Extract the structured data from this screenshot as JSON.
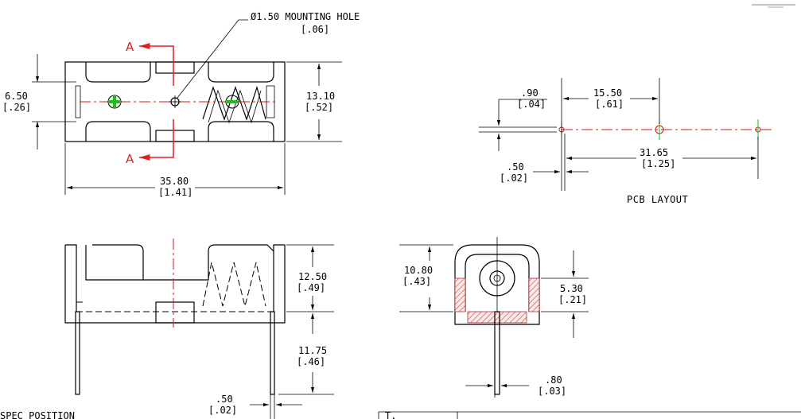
{
  "colors": {
    "line": "#000000",
    "section_marker": "#e02020",
    "centerline": "#d01818",
    "polarity_mark": "#18c018",
    "hatch": "#c84040"
  },
  "labels": {
    "mounting_hole": "Ø1.50 MOUNTING HOLE",
    "mounting_hole_in": "[.06]",
    "section_a_top": "A",
    "section_a_bottom": "A",
    "pcb_layout": "PCB LAYOUT",
    "bottom_left_cut": "SPEC POSITION",
    "title_cell": "T."
  },
  "dimensions": {
    "top_height_mm": "6.50",
    "top_height_in": "[.26]",
    "top_right_mm": "13.10",
    "top_right_in": "[.52]",
    "top_length_mm": "35.80",
    "top_length_in": "[1.41]",
    "side_height_mm": "12.50",
    "side_height_in": "[.49]",
    "pin_length_mm": "11.75",
    "pin_length_in": "[.46]",
    "pin_width_mm": ".50",
    "pin_width_in": "[.02]",
    "end_height_mm": "10.80",
    "end_height_in": "[.43]",
    "end_inner_mm": "5.30",
    "end_inner_in": "[.21]",
    "end_pin_mm": ".80",
    "end_pin_in": "[.03]",
    "pcb_offset_mm": ".90",
    "pcb_offset_in": "[.04]",
    "pcb_pitch_mm": "15.50",
    "pcb_pitch_in": "[.61]",
    "pcb_span_mm": "31.65",
    "pcb_span_in": "[1.25]",
    "pcb_pad_mm": ".50",
    "pcb_pad_in": "[.02]"
  },
  "icons": {
    "positive": "plus-terminal-icon",
    "negative": "minus-terminal-icon",
    "mounting_hole": "mounting-hole-icon"
  }
}
